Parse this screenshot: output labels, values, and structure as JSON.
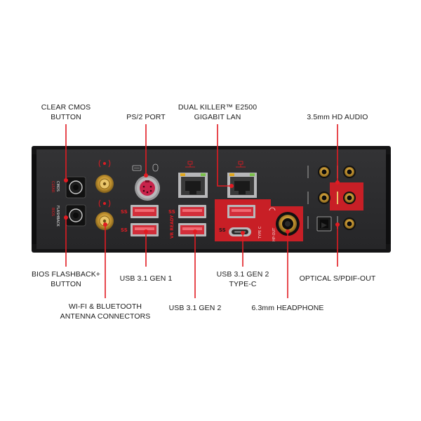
{
  "labels": {
    "clear_cmos": [
      "CLEAR CMOS",
      "BUTTON"
    ],
    "ps2": [
      "PS/2 PORT"
    ],
    "lan": [
      "DUAL KILLER™ E2500",
      "GIGABIT LAN"
    ],
    "audio": [
      "3.5mm HD AUDIO"
    ],
    "bios_flashback": [
      "BIOS FLASHBACK+",
      "BUTTON"
    ],
    "antenna": [
      "WI-FI & BLUETOOTH",
      "ANTENNA CONNECTORS"
    ],
    "usb_gen1": [
      "USB 3.1 GEN 1"
    ],
    "usb_gen2": [
      "USB 3.1 GEN 2"
    ],
    "usb_typec": [
      "USB 3.1 GEN 2",
      "TYPE-C"
    ],
    "headphone": [
      "6.3mm HEADPHONE"
    ],
    "optical": [
      "OPTICAL S/PDIF-OUT"
    ]
  },
  "panel_print": {
    "clear": "CLEAR",
    "cmos": "CMOS",
    "bios": "BIOS",
    "flashback": "FLASHBACK",
    "vr_ready": "VR READY",
    "type_c": "TYPE C",
    "hp_out": "HP-OUT"
  },
  "colors": {
    "accent": "#e11b22",
    "panel": "#2b2b2d",
    "frame": "#1b1b1c",
    "text": "#1a1a1a"
  }
}
